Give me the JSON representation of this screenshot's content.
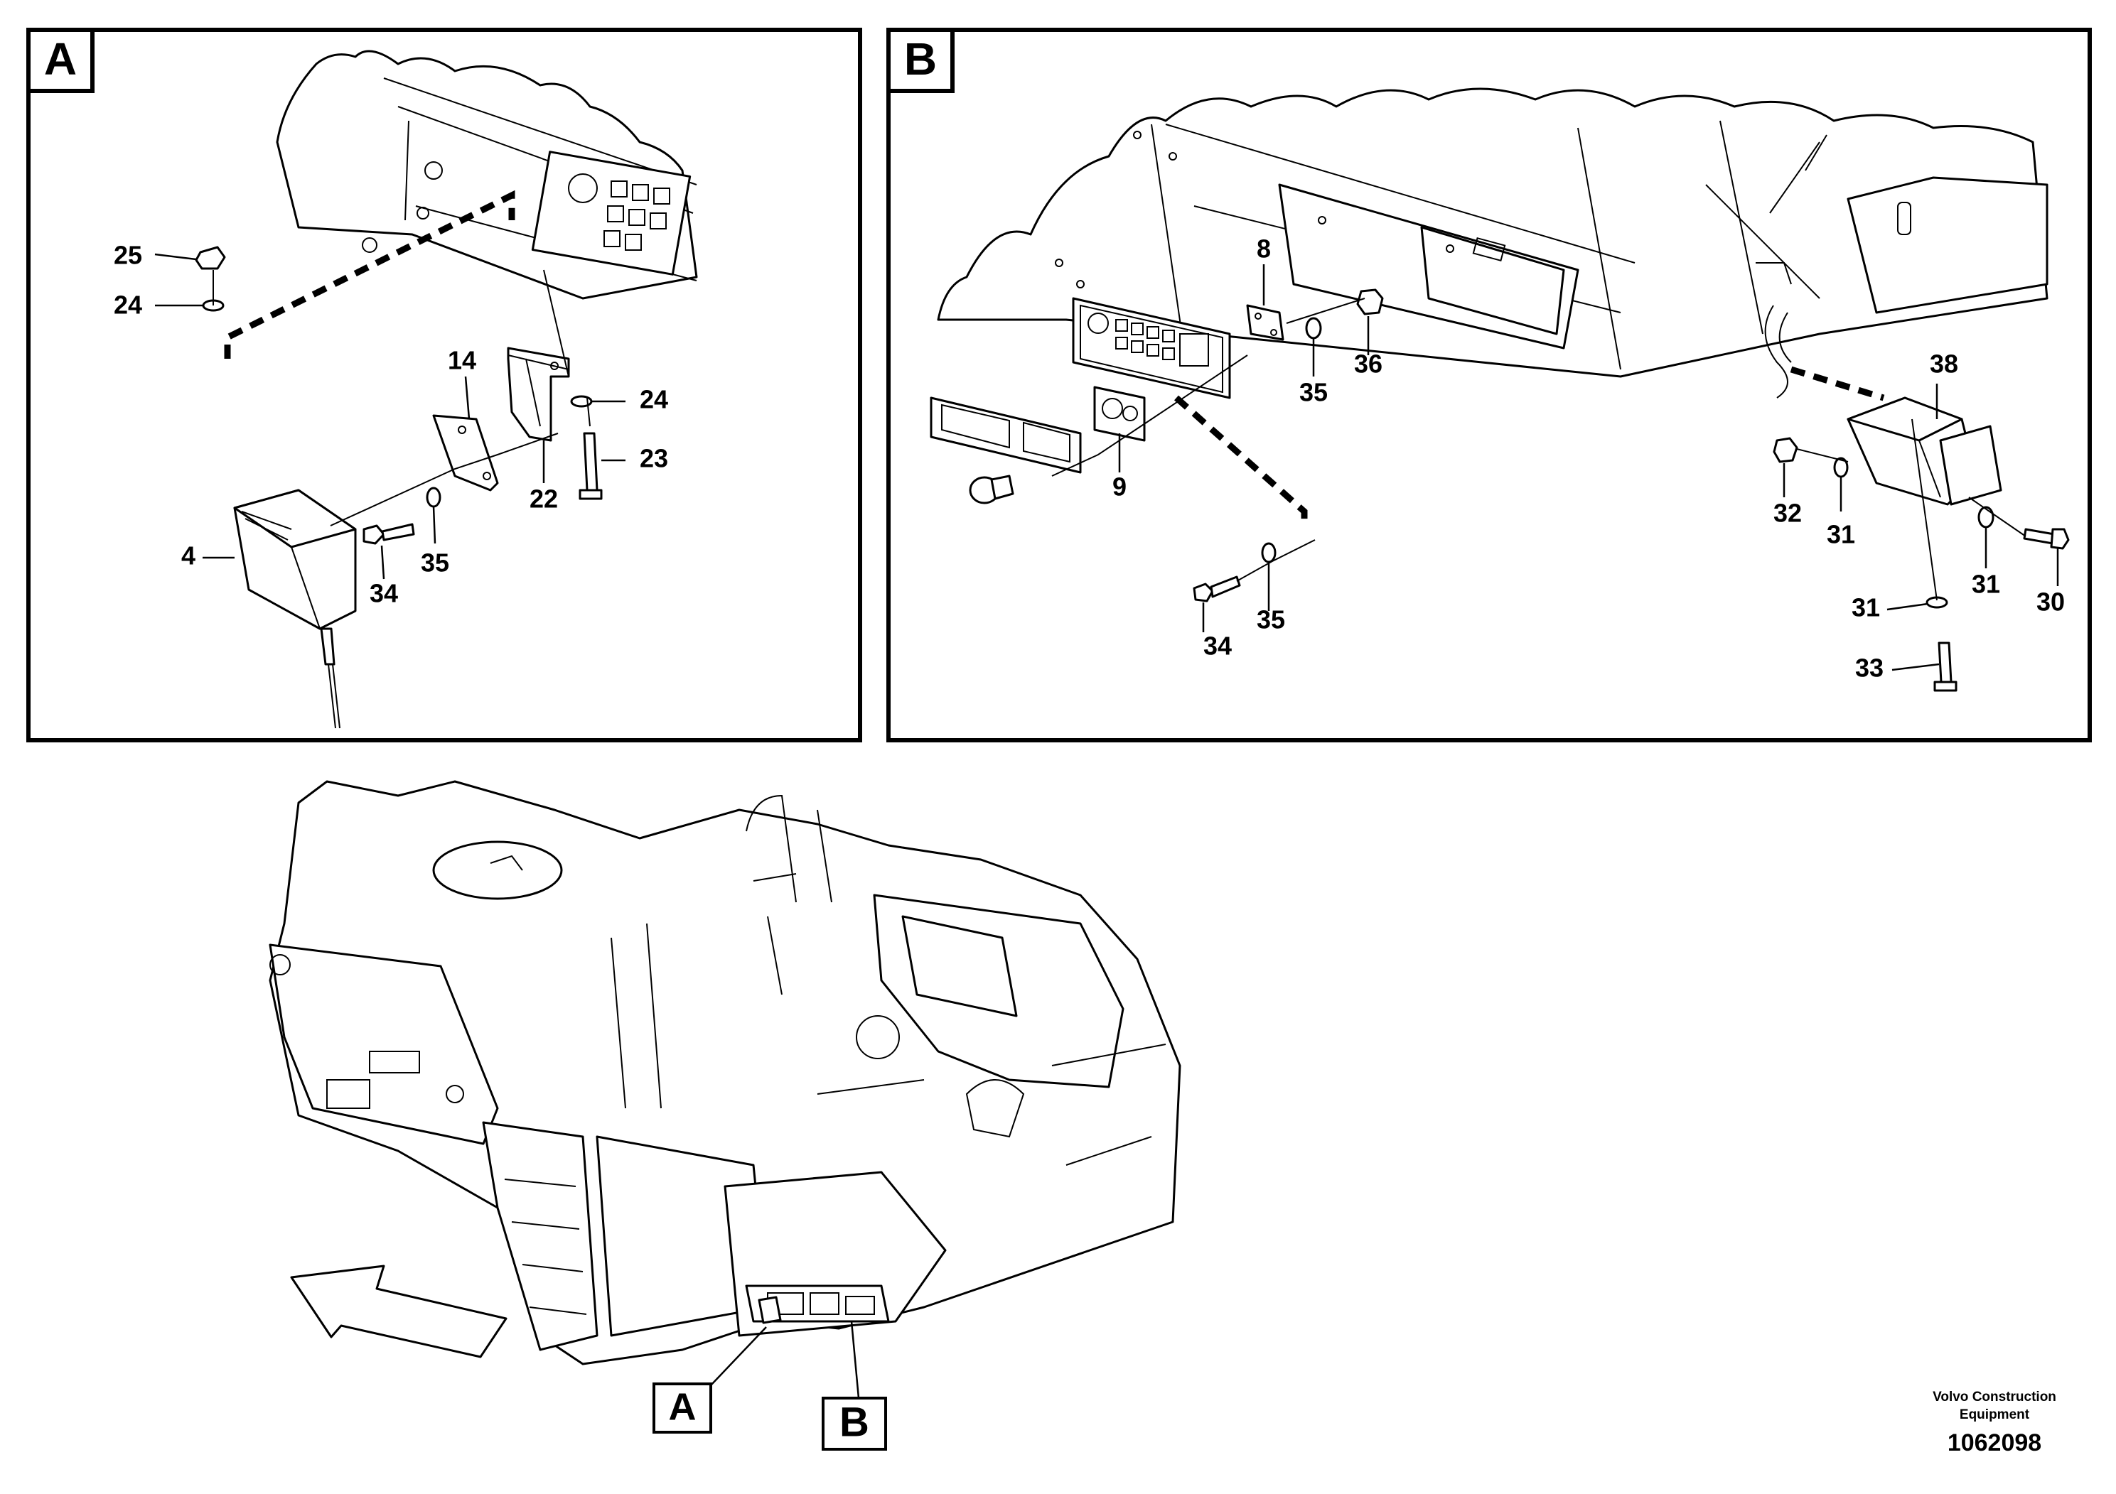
{
  "panels": [
    {
      "letter": "A"
    },
    {
      "letter": "B"
    }
  ],
  "panel_a_callouts": {
    "c25": "25",
    "c24a": "24",
    "c14": "14",
    "c24b": "24",
    "c23": "23",
    "c22": "22",
    "c4": "4",
    "c34": "34",
    "c35": "35"
  },
  "panel_b_callouts": {
    "c8": "8",
    "c36": "36",
    "c35a": "35",
    "c9": "9",
    "c34": "34",
    "c35b": "35",
    "c38": "38",
    "c32": "32",
    "c31a": "31",
    "c31b": "31",
    "c30": "30",
    "c31c": "31",
    "c33": "33"
  },
  "overview_labels": {
    "a": "A",
    "b": "B"
  },
  "footer": {
    "company_line1": "Volvo Construction",
    "company_line2": "Equipment",
    "drawing_number": "1062098"
  }
}
